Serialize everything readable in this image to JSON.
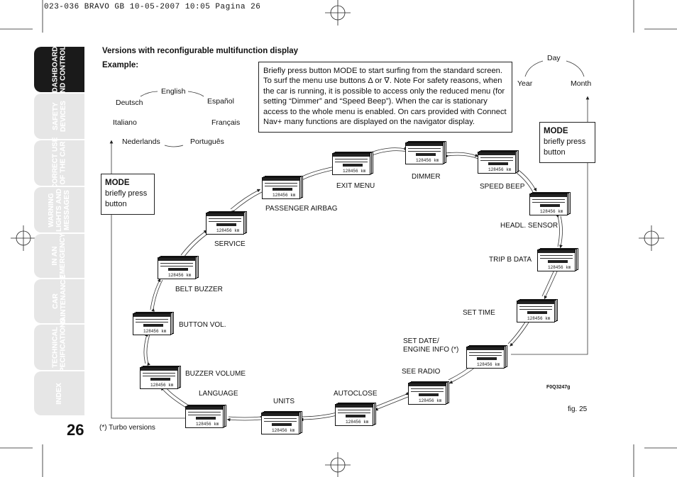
{
  "header": "023-036 BRAVO GB   10-05-2007   10:05   Pagina 26",
  "page_number": "26",
  "tabs": [
    {
      "label": "DASHBOARD\nAND CONTROLS",
      "active": true
    },
    {
      "label": "SAFETY\nDEVICES",
      "active": false
    },
    {
      "label": "CORRECT USE\nOF THE CAR",
      "active": false
    },
    {
      "label": "WARNING\nLIGHTS AND\nMESSAGES",
      "active": false
    },
    {
      "label": "IN AN\nEMERGENCY",
      "active": false
    },
    {
      "label": "CAR\nMAINTENANCE",
      "active": false
    },
    {
      "label": "TECHNICAL\nSPECIFICATIONS",
      "active": false
    },
    {
      "label": "INDEX",
      "active": false
    }
  ],
  "title": "Versions with reconfigurable multifunction display",
  "subtitle": "Example:",
  "info": "Briefly press button MODE to start surfing from the standard screen. To surf the menu use buttons Δ or ∇. Note For safety reasons, when the car is running, it is possible to access only the reduced menu (for setting “Dimmer” and “Speed Beep”). When the car is stationary access to the whole menu is enabled. On cars provided with Connect Nav+ many functions are displayed on the navigator display.",
  "mode_left": {
    "title": "MODE",
    "text": "briefly press button"
  },
  "mode_right": {
    "title": "MODE",
    "text": "briefly press button"
  },
  "languages": {
    "english": "English",
    "espanol": "Español",
    "deutsch": "Deutsch",
    "italiano": "Italiano",
    "francais": "Français",
    "nederlands": "Nederlands",
    "portugues": "Português"
  },
  "date_cycle": {
    "day": "Day",
    "year": "Year",
    "month": "Month"
  },
  "menu_labels": {
    "exit_menu": "EXIT MENU",
    "dimmer": "DIMMER",
    "speed_beep": "SPEED BEEP",
    "passenger_airbag": "PASSENGER AIRBAG",
    "headl_sensor": "HEADL. SENSOR",
    "service": "SERVICE",
    "trip_b_data": "TRIP B DATA",
    "belt_buzzer": "BELT BUZZER",
    "set_time": "SET TIME",
    "button_vol": "BUTTON VOL.",
    "set_date": "SET DATE/\nENGINE INFO (*)",
    "see_radio": "SEE RADIO",
    "buzzer_volume": "BUZZER VOLUME",
    "language": "LANGUAGE",
    "units": "UNITS",
    "autoclose": "AUTOCLOSE"
  },
  "odometer": "128456 km",
  "figure_code": "F0Q3247g",
  "figure": "fig. 25",
  "footnote": "(*) Turbo versions"
}
